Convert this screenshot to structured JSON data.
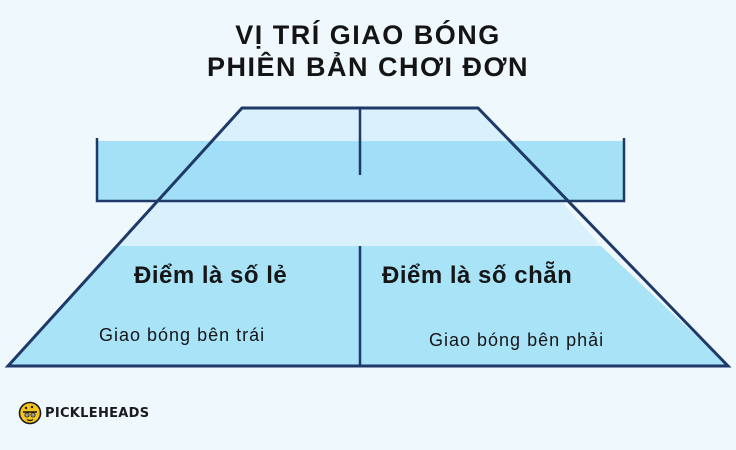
{
  "title": {
    "line1": "VỊ TRÍ GIAO BÓNG",
    "line2": "PHIÊN BẢN CHƠI ĐƠN"
  },
  "court": {
    "left": {
      "heading": "Điểm là số lẻ",
      "subtext": "Giao bóng bên trái"
    },
    "right": {
      "heading": "Điểm là số chẵn",
      "subtext": "Giao bóng bên phải"
    }
  },
  "brand": {
    "name": "PICKLEHEADS",
    "icon": "pickleball-head-icon"
  },
  "colors": {
    "background": "#eef8fd",
    "court_far": "#d8f1fc",
    "court_near": "#a8e3f8",
    "net": "#8fdaf5",
    "outline": "#1f3a68",
    "brand_yellow": "#f6c51b"
  }
}
